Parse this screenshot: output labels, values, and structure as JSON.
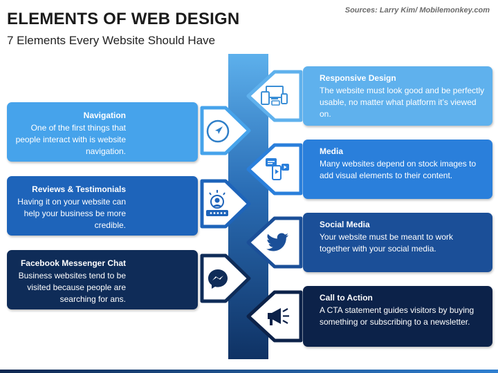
{
  "header": {
    "title": "ELEMENTS OF WEB DESIGN",
    "subtitle": "7 Elements Every Website Should Have",
    "source": "Sources: Larry Kim/ Mobilemonkey.com"
  },
  "left_items": [
    {
      "title": "Navigation",
      "text": "One of the first things that people interact with is website navigation.",
      "icon": "compass-navigation-icon",
      "color": "#46a3eb"
    },
    {
      "title": "Reviews & Testimonials",
      "text": "Having it on your website can help your business be more credible.",
      "icon": "reviewer-rating-icon",
      "color": "#1e64ba"
    },
    {
      "title": "Facebook Messenger Chat",
      "text": "Business websites tend to be visited because people are searching for ans.",
      "icon": "messenger-icon",
      "color": "#0f2c58"
    }
  ],
  "right_items": [
    {
      "title": "Responsive Design",
      "text": "The website must look good and be perfectly usable, no matter what platform it’s viewed on.",
      "icon": "devices-icon",
      "color": "#5fb1ed"
    },
    {
      "title": "Media",
      "text": "Many websites depend on stock images to add visual elements to their content.",
      "icon": "media-icon",
      "color": "#2a7fdb"
    },
    {
      "title": "Social Media",
      "text": "Your website must be meant to work together with your social media.",
      "icon": "twitter-bird-icon",
      "color": "#1b4f98"
    },
    {
      "title": "Call to Action",
      "text": "A CTA statement guides visitors by buying something or subscribing to a newsletter.",
      "icon": "megaphone-icon",
      "color": "#0c2249"
    }
  ]
}
